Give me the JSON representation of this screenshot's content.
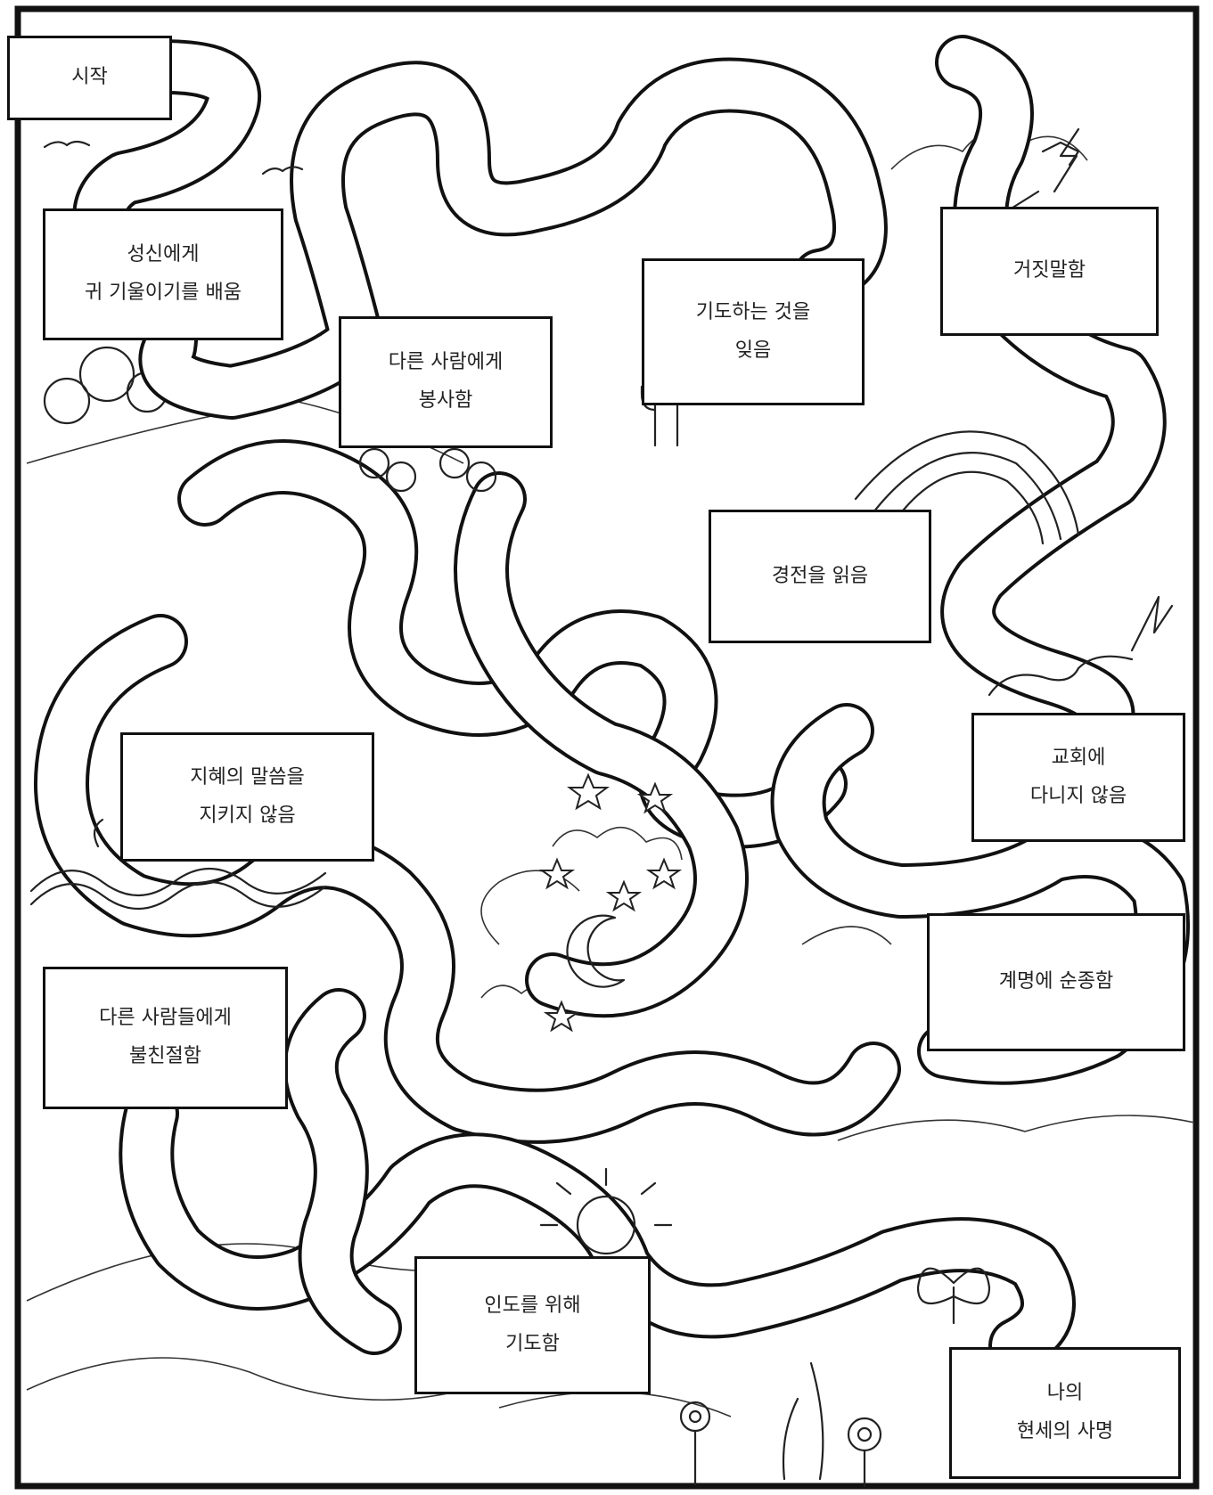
{
  "boxes": {
    "start": {
      "label": "시작"
    },
    "listen_spirit": {
      "line1": "성신에게",
      "line2": "귀 기울이기를 배움"
    },
    "serve_others": {
      "line1": "다른 사람에게",
      "line2": "봉사함"
    },
    "forget_pray": {
      "line1": "기도하는 것을",
      "line2": "잊음"
    },
    "lying": {
      "label": "거짓말함"
    },
    "read_scriptures": {
      "label": "경전을 읽음"
    },
    "not_church": {
      "line1": "교회에",
      "line2": "다니지 않음"
    },
    "word_of_wisdom": {
      "line1": "지혜의 말씀을",
      "line2": "지키지 않음"
    },
    "obey_commandments": {
      "label": "계명에 순종함"
    },
    "unkind": {
      "line1": "다른 사람들에게",
      "line2": "불친절함"
    },
    "pray_guidance": {
      "line1": "인도를 위해",
      "line2": "기도함"
    },
    "mission": {
      "line1": "나의",
      "line2": "현세의 사명"
    }
  },
  "icons": [
    "bird-icon",
    "lightning-icon",
    "cactus-icon",
    "rainbow-icon",
    "snake-icon",
    "moon-icon",
    "star-icon",
    "sun-icon",
    "butterfly-icon",
    "flower-icon",
    "dragon-icon"
  ]
}
